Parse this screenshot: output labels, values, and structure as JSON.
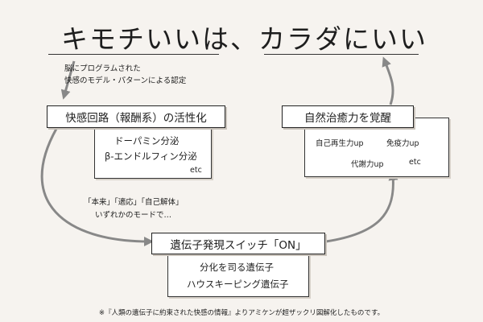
{
  "title": "キモチいいは、カラダにいい",
  "brain_note": {
    "line1": "脳にプログラムされた",
    "line2": "快感のモデル・パターンによる認定"
  },
  "reward_circuit": {
    "header": "快感回路（報酬系）の活性化",
    "item1": "ドーパミン分泌",
    "item2": "β-エンドルフィン分泌",
    "etc": "etc"
  },
  "modes": {
    "line1": "「本来」「適応」「自己解体」",
    "line2": "いずれかのモードで…"
  },
  "gene_switch": {
    "header": "遺伝子発現スイッチ「ON」",
    "item1": "分化を司る遺伝子",
    "item2": "ハウスキーピング遺伝子"
  },
  "healing": {
    "header": "自然治癒力を覚醒",
    "item1": "自己再生力up",
    "item2": "免疫力up",
    "item3": "代謝力up",
    "etc": "etc"
  },
  "footer": "※『人類の遺伝子に約束された快感の情報』よりアミケンが超ザックリ図解化したものです。",
  "colors": {
    "background": "#f6f3ef",
    "arrow": "#888888",
    "text": "#1e1e1e"
  }
}
